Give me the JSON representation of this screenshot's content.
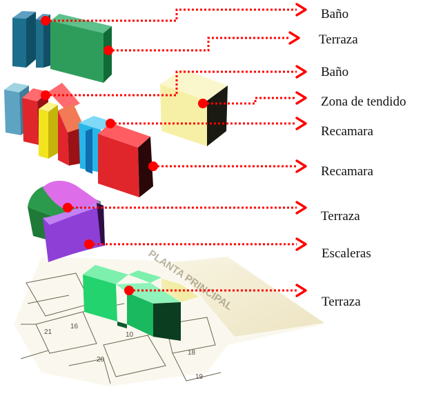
{
  "colors": {
    "callout": "#ff0000",
    "text": "#111111",
    "bano_front": "#1f6f8b",
    "terraza_green": "#2e9d5b",
    "pale_yellow": "#f6f0a6",
    "red_room": "#e0262b",
    "yellow_room": "#f2e51e",
    "cyan_room": "#28b6e8",
    "steel_blue": "#5ea3c2",
    "violet": "#8e3fd6",
    "magenta": "#dd6de8",
    "plan_cream": "#efe7c6",
    "bright_green": "#22d36e"
  },
  "labels": [
    {
      "id": "bano-top",
      "text": "Baño"
    },
    {
      "id": "terraza-top",
      "text": "Terraza"
    },
    {
      "id": "bano-mid",
      "text": "Baño"
    },
    {
      "id": "zona-tendido",
      "text": "Zona de tendido"
    },
    {
      "id": "recamara-1",
      "text": "Recamara"
    },
    {
      "id": "recamara-2",
      "text": "Recamara"
    },
    {
      "id": "terraza-mid",
      "text": "Terraza"
    },
    {
      "id": "escaleras",
      "text": "Escaleras"
    },
    {
      "id": "terraza-bottom",
      "text": "Terraza"
    }
  ],
  "floor_plan": {
    "title": "PLANTA PRINCIPAL",
    "room_numbers": [
      "21",
      "16",
      "10",
      "20",
      "18",
      "19"
    ]
  }
}
